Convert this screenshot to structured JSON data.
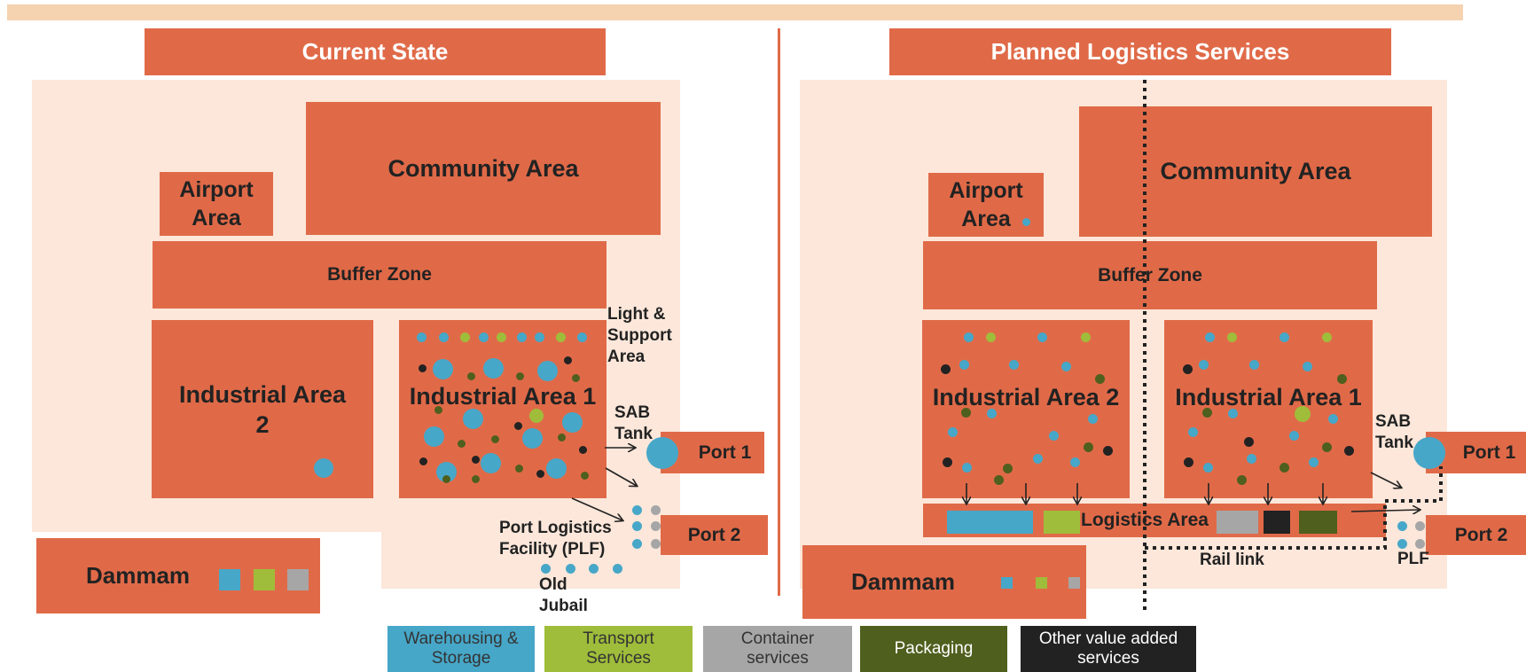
{
  "colors": {
    "warehousing": "#47a7c8",
    "transport": "#9fbd3a",
    "container": "#a6a6a6",
    "packaging": "#4f5f1e",
    "other": "#222222",
    "box": "#e06a48",
    "background": "#fce7da"
  },
  "current": {
    "title": "Current State",
    "community": "Community Area",
    "airport": "Airport Area",
    "buffer": "Buffer Zone",
    "industrial2": "Industrial Area 2",
    "industrial1": "Industrial Area 1",
    "light_support": "Light & Support Area",
    "sab_tank": "SAB Tank",
    "port1": "Port 1",
    "port2": "Port 2",
    "plf": "Port Logistics Facility (PLF)",
    "old_jubail": "Old Jubail",
    "dammam": "Dammam"
  },
  "planned": {
    "title": "Planned Logistics Services",
    "community": "Community Area",
    "airport": "Airport Area",
    "buffer": "Buffer Zone",
    "industrial2": "Industrial Area 2",
    "industrial1": "Industrial Area 1",
    "sab_tank": "SAB Tank",
    "port1": "Port 1",
    "port2": "Port 2",
    "logistics_area": "Logistics Area",
    "rail_link": "Rail link",
    "plf": "PLF",
    "dammam": "Dammam"
  },
  "legend": [
    {
      "label": "Warehousing & Storage",
      "color": "#47a7c8",
      "text_color": "#333333"
    },
    {
      "label": "Transport Services",
      "color": "#9fbd3a",
      "text_color": "#333333"
    },
    {
      "label": "Container services",
      "color": "#a6a6a6",
      "text_color": "#333333"
    },
    {
      "label": "Packaging",
      "color": "#4f5f1e",
      "text_color": "#ffffff"
    },
    {
      "label": "Other value added services",
      "color": "#222222",
      "text_color": "#ffffff"
    }
  ]
}
